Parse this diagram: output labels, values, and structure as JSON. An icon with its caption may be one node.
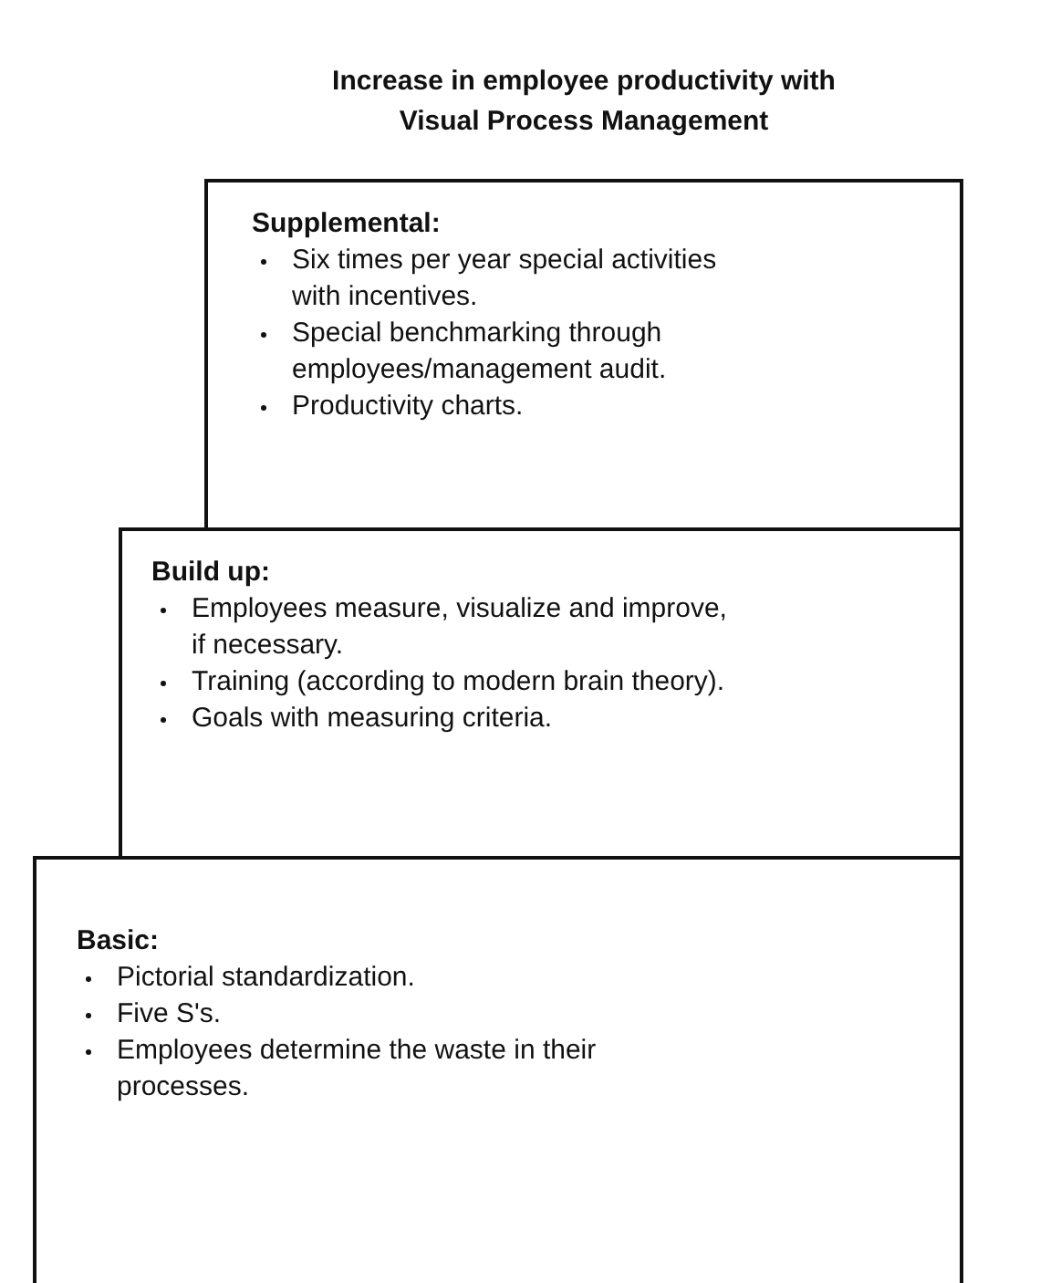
{
  "diagram": {
    "title": "Increase in employee productivity with Visual Process Management",
    "nodes": [
      {
        "text": [
          "Supplemental:",
          "Six times per year special activities with incentives.",
          "Special benchmarking through employees/management audit.",
          "Productivity charts."
        ]
      },
      {
        "text": [
          "Build up:",
          "Employees measure, visualize and improve, if necessary.",
          "Training (according to modern brain theory).",
          "Goals with measuring criteria."
        ]
      },
      {
        "text": [
          "Basic:",
          "Pictorial standardization.",
          "Five S's.",
          "Employees determine the waste in their processes."
        ]
      }
    ],
    "edges": []
  }
}
